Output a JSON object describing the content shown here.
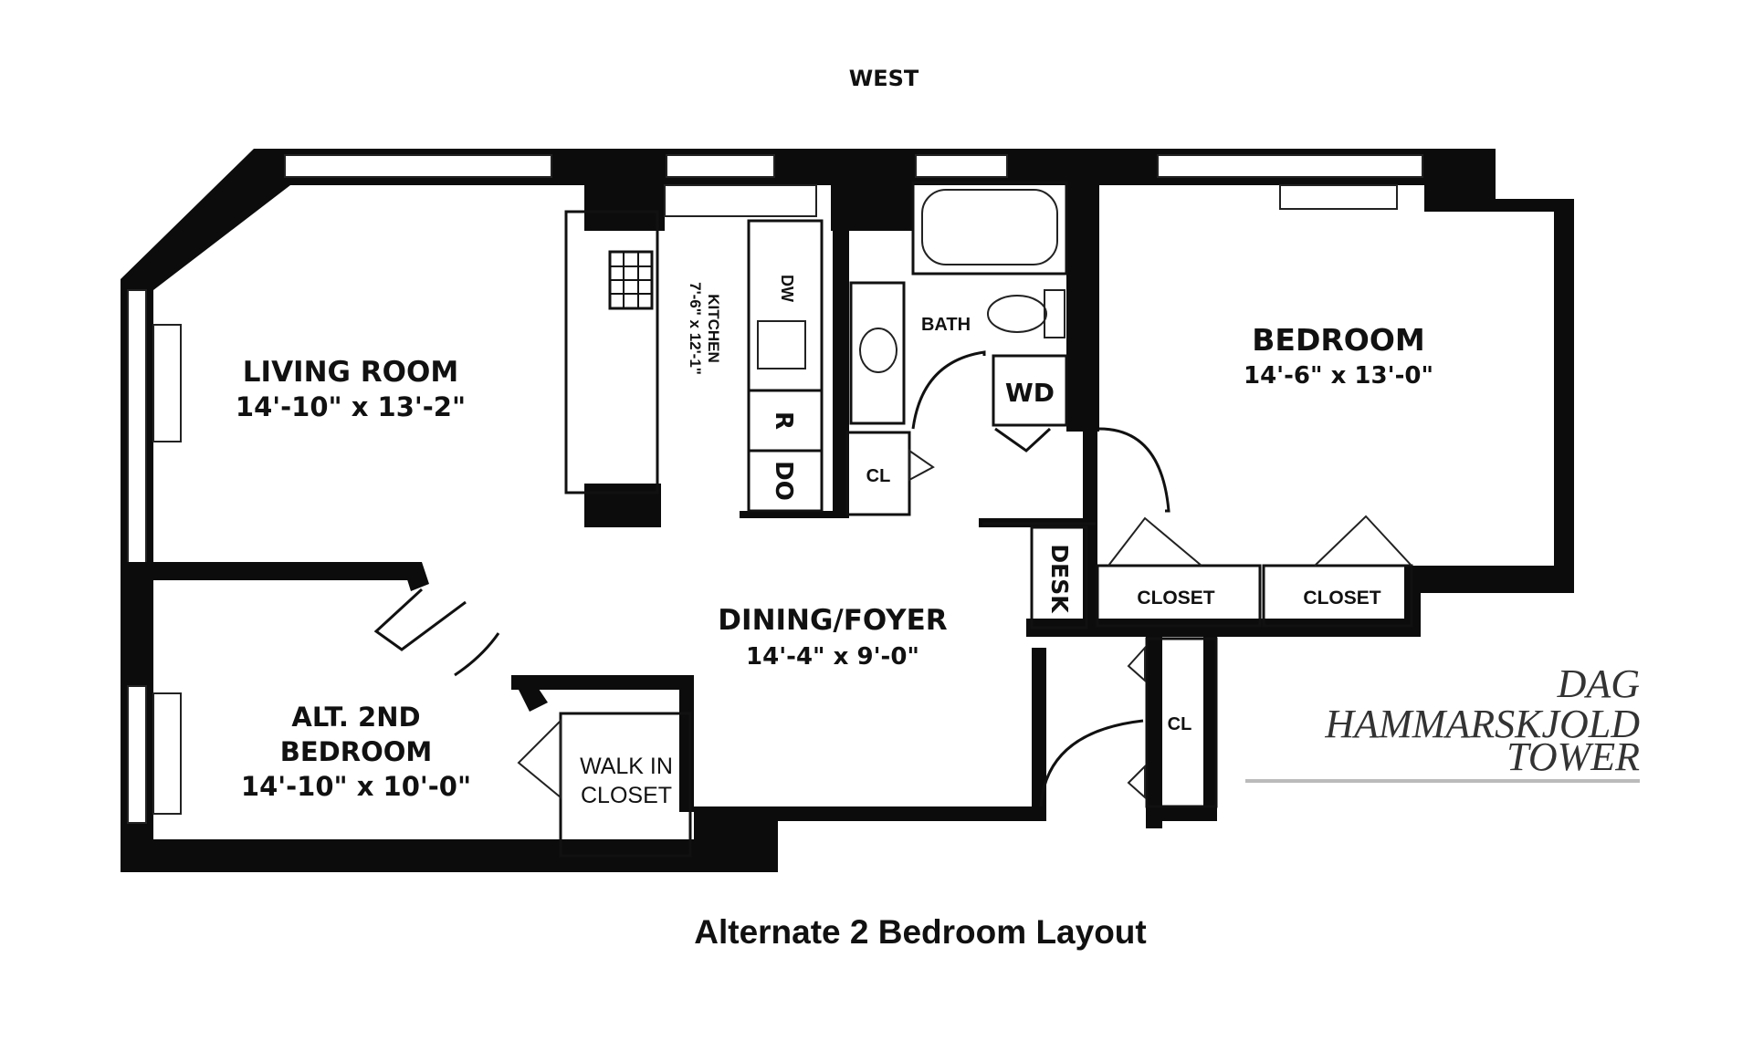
{
  "compass": {
    "top": "WEST"
  },
  "rooms": {
    "living_room": {
      "name": "LIVING ROOM",
      "dims": "14'-10\" x 13'-2\""
    },
    "kitchen": {
      "name": "KITCHEN",
      "dims": "7'-6\" x 12'-1\""
    },
    "bath": {
      "name": "BATH"
    },
    "bedroom": {
      "name": "BEDROOM",
      "dims": "14'-6\" x 13'-0\""
    },
    "dining_foyer": {
      "name": "DINING/FOYER",
      "dims": "14'-4\" x 9'-0\""
    },
    "alt_bedroom": {
      "name_line1": "ALT. 2ND",
      "name_line2": "BEDROOM",
      "dims": "14'-10\" x 10'-0\""
    },
    "walk_in_closet": {
      "line1": "WALK IN",
      "line2": "CLOSET"
    }
  },
  "fixtures": {
    "dw": "DW",
    "washer_dryer": "WD",
    "refrigerator": "R",
    "dryer_oven": "DO",
    "desk": "DESK",
    "closet_cl_1": "CL",
    "closet_cl_2": "CL",
    "closet_1": "CLOSET",
    "closet_2": "CLOSET"
  },
  "brand": {
    "line1": "DAG",
    "line2": "HAMMARSKJOLD",
    "line3": "TOWER"
  },
  "caption": "Alternate 2 Bedroom Layout"
}
